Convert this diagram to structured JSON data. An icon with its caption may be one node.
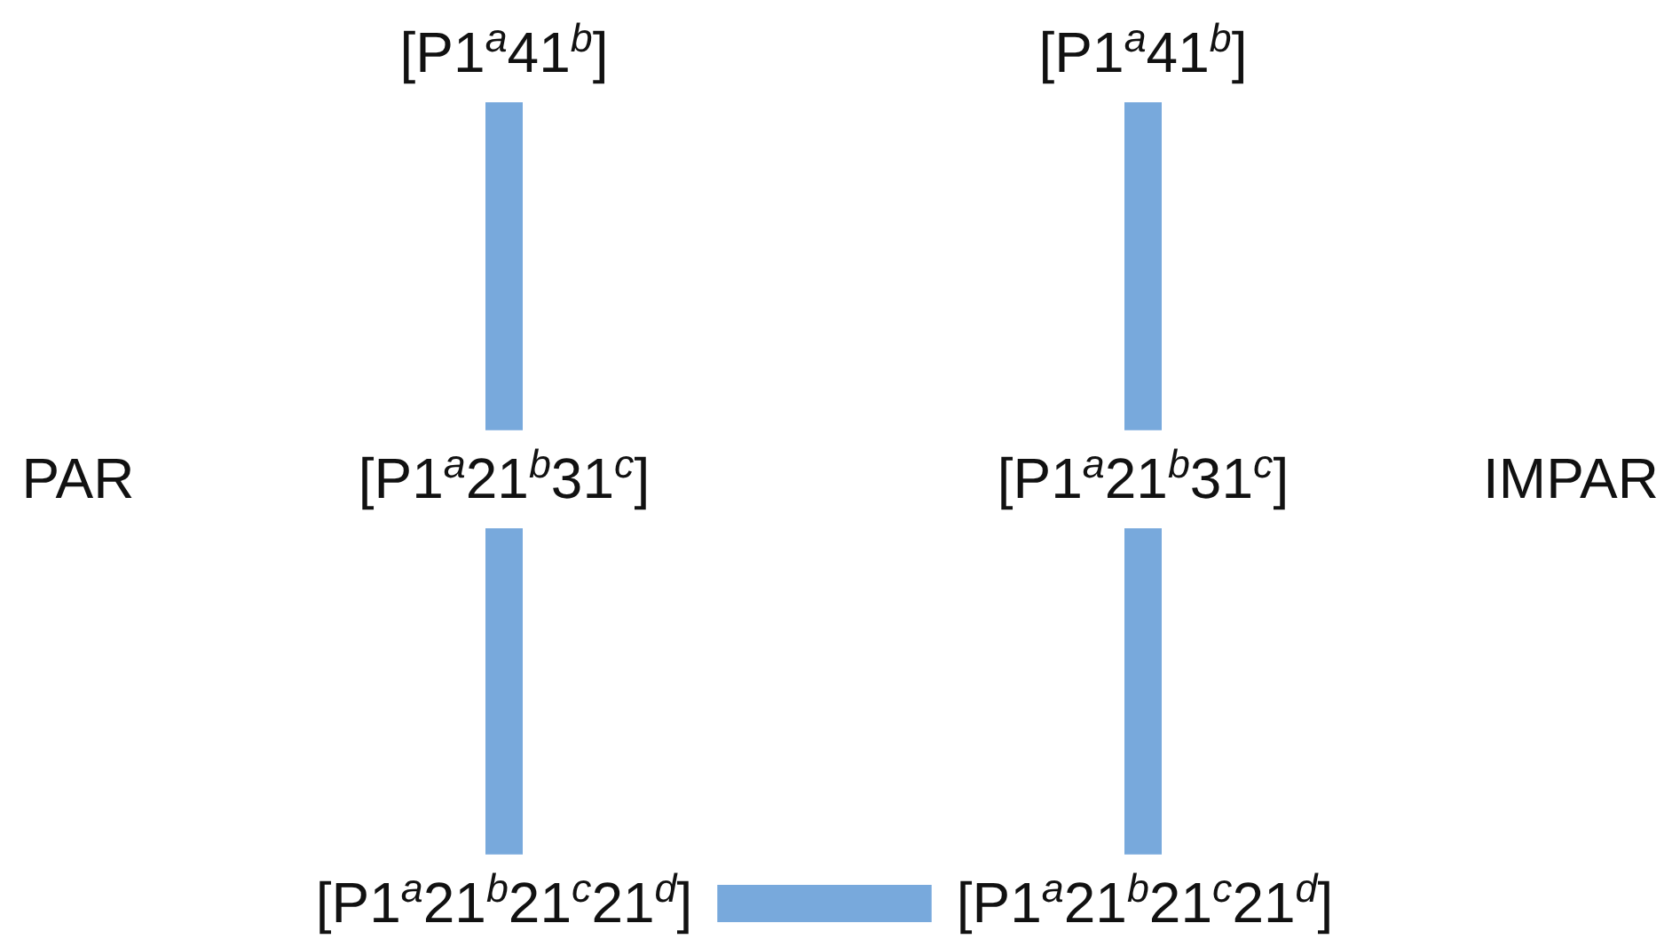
{
  "diagram": {
    "nodes": [
      {
        "text": [
          "[P1$^{a}$41$^{b}$]"
        ]
      },
      {
        "text": [
          "[P1$^{a}$41$^{b}$]"
        ]
      },
      {
        "text": [
          "[P1$^{a}$21$^{b}$31$^{c}$]"
        ]
      },
      {
        "text": [
          "[P1$^{a}$21$^{b}$31$^{c}$]"
        ]
      },
      {
        "text": [
          "[P1$^{a}$21$^{b}$21$^{c}$21$^{d}$]"
        ]
      },
      {
        "text": [
          "[P1$^{a}$21$^{b}$21$^{c}$21$^{d}$]"
        ]
      }
    ],
    "edges": [
      {
        "from": 0,
        "to": 2,
        "arrow": "none"
      },
      {
        "from": 2,
        "to": 4,
        "arrow": "none"
      },
      {
        "from": 1,
        "to": 3,
        "arrow": "none"
      },
      {
        "from": 3,
        "to": 5,
        "arrow": "none"
      },
      {
        "from": 4,
        "to": 5,
        "arrow": "none"
      }
    ],
    "labels": [
      "PAR",
      "IMPAR"
    ]
  }
}
